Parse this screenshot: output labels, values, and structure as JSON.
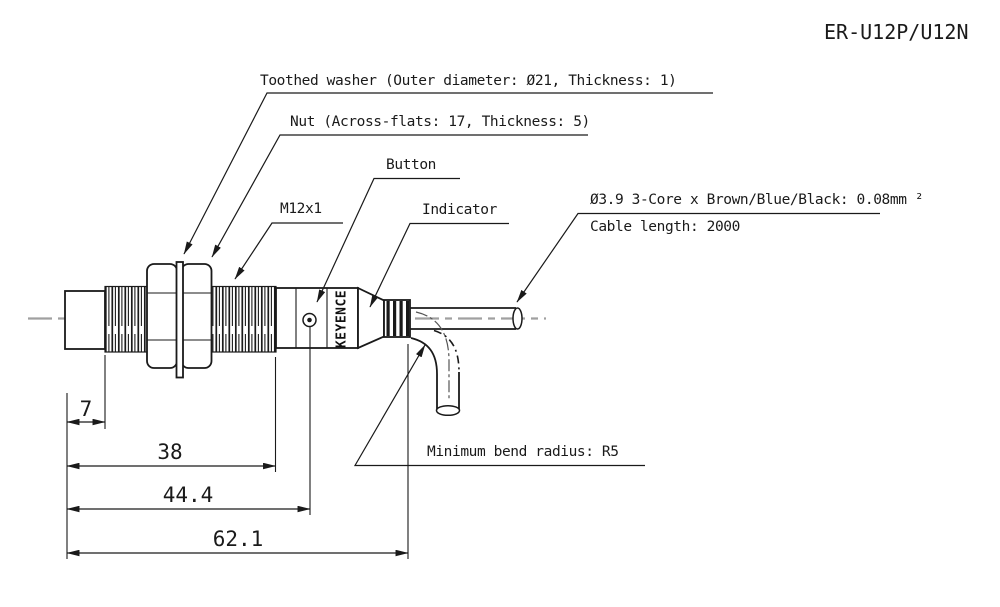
{
  "title": "ER-U12P/U12N",
  "brand": "KEYENCE",
  "callouts": {
    "toothed_washer": "Toothed washer (Outer diameter: Ø21, Thickness: 1)",
    "nut": "Nut (Across-flats: 17, Thickness: 5)",
    "button": "Button",
    "thread_spec": "M12x1",
    "indicator": "Indicator",
    "cable_spec": "Ø3.9 3-Core x Brown/Blue/Black: 0.08mm ²",
    "cable_length": "Cable length: 2000",
    "min_bend_radius": "Minimum bend radius: R5"
  },
  "dimensions": {
    "tip_length": "7",
    "thread_length": "38",
    "button_position": "44.4",
    "overall_length": "62.1"
  },
  "colors": {
    "line": "#1a1a1a",
    "centerline": "#a0a0a0",
    "background": "#ffffff"
  }
}
